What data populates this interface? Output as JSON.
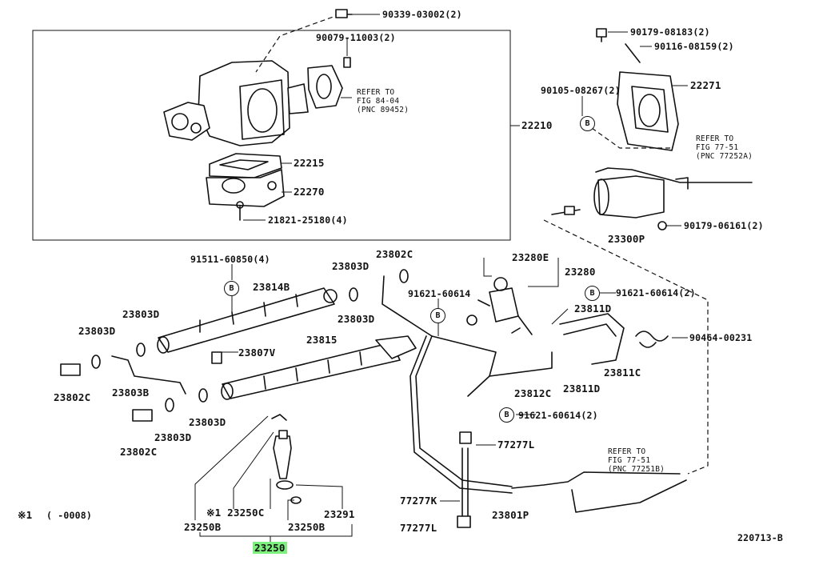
{
  "labels": {
    "p90339": "90339-03002(2)",
    "p90079": "90079-11003(2)",
    "ref84_line1": "REFER TO",
    "ref84_line2": "FIG 84-04",
    "ref84_line3": "(PNC 89452)",
    "p22210": "22210",
    "p22215": "22215",
    "p22270": "22270",
    "p21821": "21821-25180(4)",
    "p90179a": "90179-08183(2)",
    "p90116": "90116-08159(2)",
    "p90105": "90105-08267(2)",
    "p22271": "22271",
    "ref77a_line1": "REFER TO",
    "ref77a_line2": "FIG 77-51",
    "ref77a_line3": "(PNC 77252A)",
    "p90179b": "90179-06161(2)",
    "p23300p": "23300P",
    "p91511": "91511-60850(4)",
    "p23814b": "23814B",
    "p23803d_a": "23803D",
    "p23802c_a": "23802C",
    "p23803d_b": "23803D",
    "p23803d_c": "23803D",
    "p23803d_d": "23803D",
    "p23807v": "23807V",
    "p23815": "23815",
    "p23802c_b": "23802C",
    "p23803b": "23803B",
    "p23803d_e": "23803D",
    "p23803d_f": "23803D",
    "p23802c_c": "23802C",
    "p91621a": "91621-60614",
    "p23280e": "23280E",
    "p23280": "23280",
    "p91621b": "91621-60614(2)",
    "p23811d_a": "23811D",
    "p90464": "90464-00231",
    "p23811c": "23811C",
    "p23812c": "23812C",
    "p23811d_b": "23811D",
    "p91621c": "91621-60614(2)",
    "p77277l_a": "77277L",
    "ref77b_line1": "REFER TO",
    "ref77b_line2": "FIG 77-51",
    "ref77b_line3": "(PNC 77251B)",
    "p77277k": "77277K",
    "p23801p": "23801P",
    "p77277l_b": "77277L",
    "p23291": "23291",
    "p23250b_a": "23250B",
    "p23250c": "※1 23250C",
    "p23250b_b": "23250B",
    "p23250": "23250",
    "note_mark": "※1",
    "note_text": "(    -0008)",
    "diagram_id": "220713-B",
    "b_mark": "B"
  },
  "colors": {
    "highlight": "#7df07d",
    "ink": "#111111"
  }
}
